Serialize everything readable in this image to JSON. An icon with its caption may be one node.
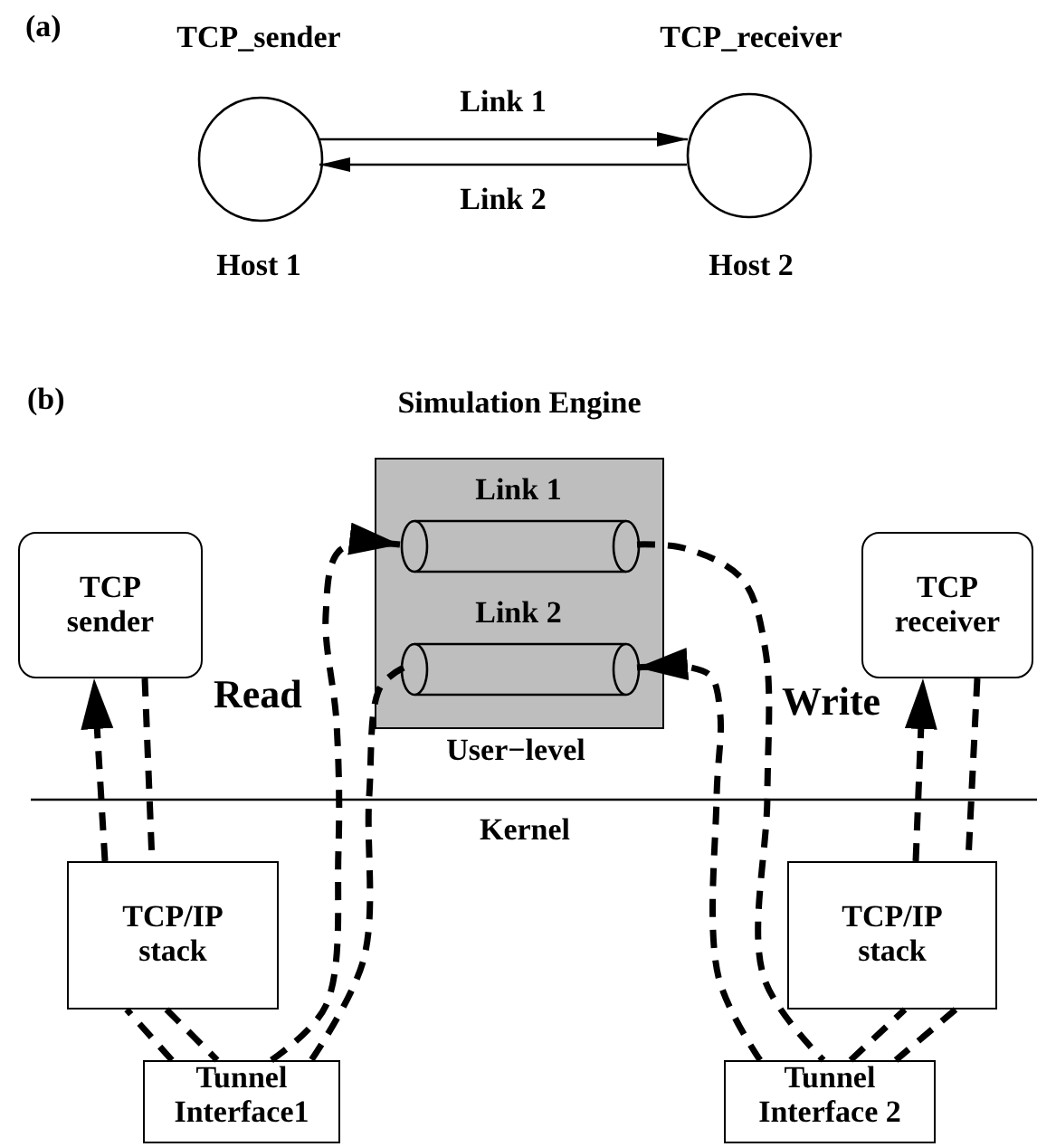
{
  "diagram": {
    "nodes": [
      {
        "text": [
          "TCP_sender",
          "Host 1"
        ]
      },
      {
        "text": [
          "TCP_receiver",
          "Host 2"
        ]
      },
      {
        "text": [
          "Simulation Engine"
        ]
      },
      {
        "text": [
          "Link 1"
        ],
        "in": 2
      },
      {
        "text": [
          "Link 2"
        ],
        "in": 2
      },
      {
        "text": [
          "TCP sender"
        ]
      },
      {
        "text": [
          "TCP receiver"
        ]
      },
      {
        "text": [
          "TCP/IP stack"
        ]
      },
      {
        "text": [
          "TCP/IP stack"
        ]
      },
      {
        "text": [
          "Tunnel Interface1"
        ]
      },
      {
        "text": [
          "Tunnel Interface 2"
        ]
      }
    ],
    "edges": [
      {
        "from": 0,
        "to": 1,
        "arrow": "to",
        "label": "Link 1"
      },
      {
        "from": 1,
        "to": 0,
        "arrow": "to",
        "label": "Link 2"
      },
      {
        "from": 5,
        "to": 7,
        "arrow": "none",
        "style": "dashed"
      },
      {
        "from": 7,
        "to": 9,
        "arrow": "none",
        "style": "dashed"
      },
      {
        "from": 9,
        "to": 3,
        "arrow": "to",
        "style": "dashed"
      },
      {
        "from": 4,
        "to": 9,
        "arrow": "none",
        "style": "dashed"
      },
      {
        "from": 9,
        "to": 7,
        "arrow": "none",
        "style": "dashed"
      },
      {
        "from": 7,
        "to": 5,
        "arrow": "to",
        "style": "dashed"
      },
      {
        "from": 3,
        "to": 10,
        "arrow": "none",
        "style": "dashed"
      },
      {
        "from": 10,
        "to": 8,
        "arrow": "none",
        "style": "dashed"
      },
      {
        "from": 8,
        "to": 6,
        "arrow": "to",
        "style": "dashed"
      },
      {
        "from": 6,
        "to": 8,
        "arrow": "none",
        "style": "dashed"
      },
      {
        "from": 8,
        "to": 10,
        "arrow": "none",
        "style": "dashed"
      },
      {
        "from": 10,
        "to": 4,
        "arrow": "to",
        "style": "dashed"
      }
    ],
    "labels": [
      "(a)",
      "(b)",
      "Read",
      "Write",
      "User−level",
      "Kernel"
    ]
  }
}
